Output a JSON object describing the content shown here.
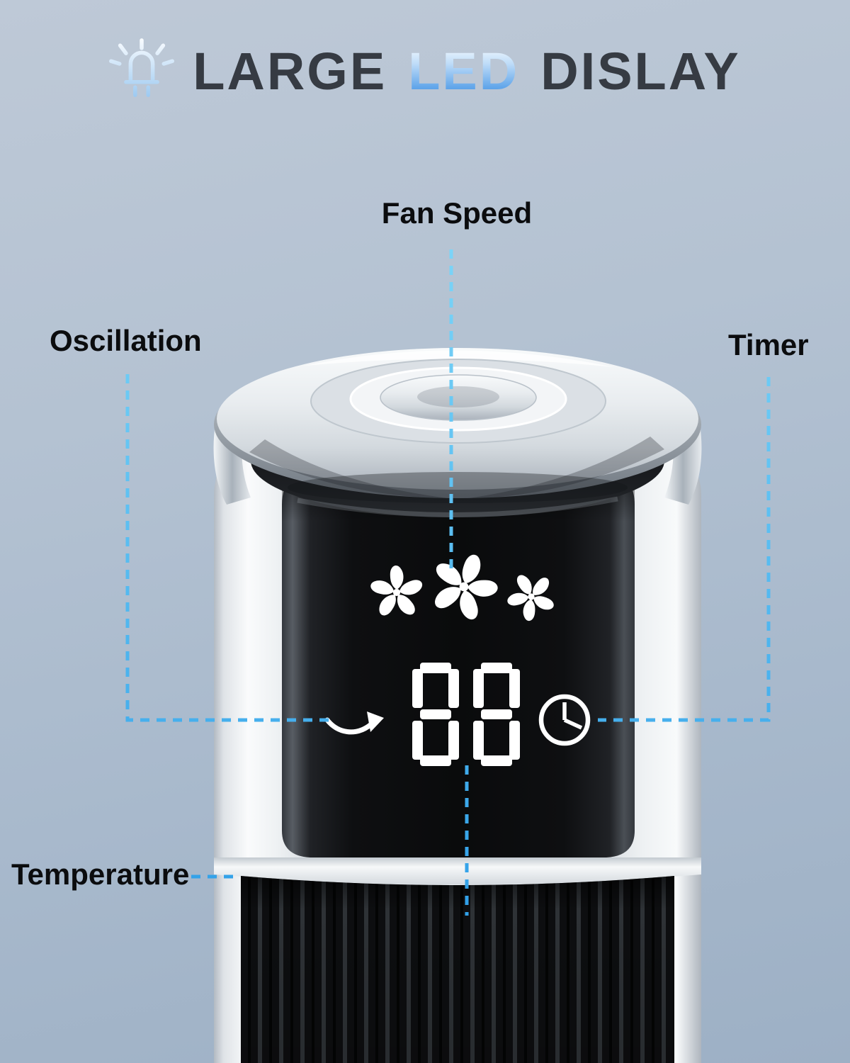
{
  "header": {
    "title_word_1": "LARGE",
    "title_word_2": "LED",
    "title_word_3": "DISLAY"
  },
  "callouts": {
    "fan_speed": "Fan Speed",
    "oscillation": "Oscillation",
    "timer": "Timer",
    "temperature": "Temperature"
  },
  "display": {
    "value": "88",
    "icons": [
      "fan-blade-small-icon",
      "fan-blade-large-icon",
      "fan-blade-medium-icon",
      "oscillation-arrow-icon",
      "timer-clock-icon"
    ]
  },
  "colors": {
    "leader_line_start": "#7dd6f8",
    "leader_line_end": "#2f9fe8",
    "title_text": "#363b43",
    "led_gradient_top": "#f4faff",
    "led_gradient_bottom": "#4f97e2",
    "background_top": "#bec9d7",
    "background_bottom": "#9db0c5",
    "display_panel": "#0a0b0c",
    "display_glyphs": "#ffffff"
  }
}
